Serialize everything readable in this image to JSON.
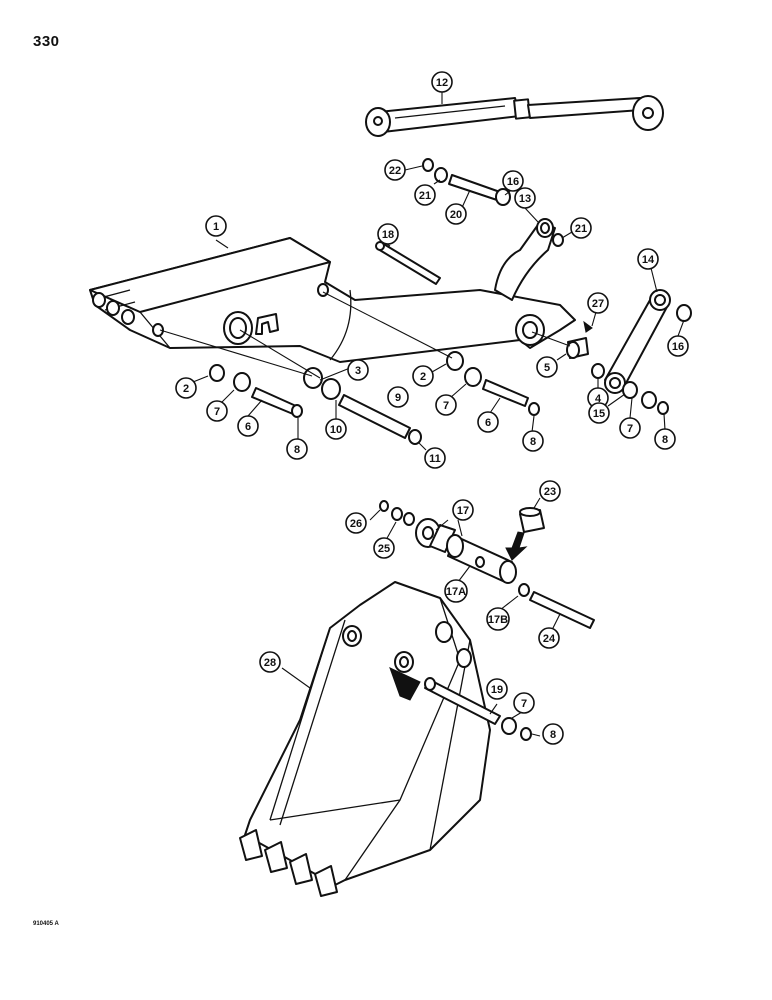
{
  "page_number": "330",
  "figure_code": "910405 A",
  "callouts": {
    "c1": "1",
    "c2a": "2",
    "c2b": "2",
    "c3": "3",
    "c4": "4",
    "c5": "5",
    "c6a": "6",
    "c6b": "6",
    "c7a": "7",
    "c7b": "7",
    "c7c": "7",
    "c7d": "7",
    "c8a": "8",
    "c8b": "8",
    "c8c": "8",
    "c8d": "8",
    "c9": "9",
    "c10": "10",
    "c11": "11",
    "c12": "12",
    "c13": "13",
    "c14": "14",
    "c15": "15",
    "c16a": "16",
    "c16b": "16",
    "c17": "17",
    "c17a": "17A",
    "c17b": "17B",
    "c18": "18",
    "c19": "19",
    "c20": "20",
    "c21a": "21",
    "c21b": "21",
    "c22": "22",
    "c23": "23",
    "c24": "24",
    "c25": "25",
    "c26": "26",
    "c27": "27",
    "c28": "28"
  }
}
